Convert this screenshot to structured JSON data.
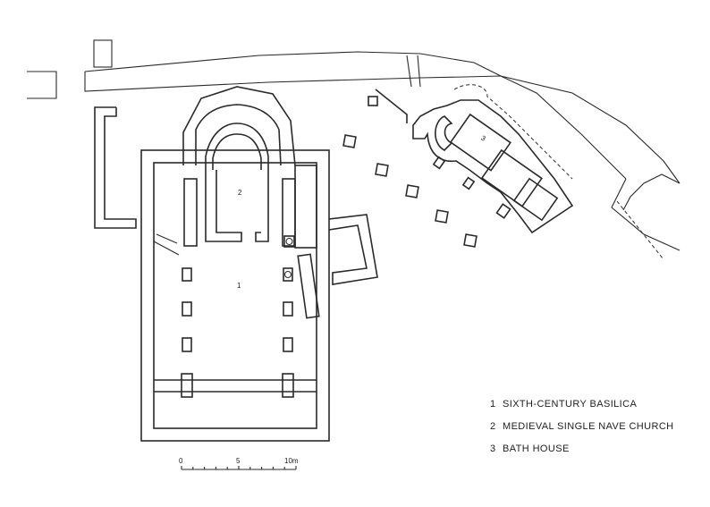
{
  "legend": [
    {
      "number": "1",
      "label": "SIXTH-CENTURY BASILICA"
    },
    {
      "number": "2",
      "label": "MEDIEVAL SINGLE NAVE CHURCH"
    },
    {
      "number": "3",
      "label": "BATH HOUSE"
    }
  ],
  "plan_labels": {
    "basilica": "1",
    "church": "2",
    "bath": "3"
  },
  "scale_bar": {
    "ticks": [
      "0",
      "5",
      "10m"
    ]
  }
}
